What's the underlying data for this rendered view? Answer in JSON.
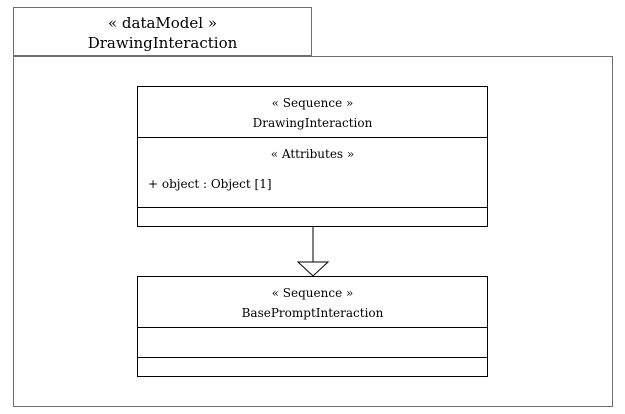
{
  "package": {
    "stereotype": "« dataModel »",
    "name": "DrawingInteraction"
  },
  "classes": [
    {
      "stereotype": "« Sequence »",
      "name": "DrawingInteraction",
      "compartments": [
        {
          "stereotype": "« Attributes »",
          "attributes": [
            "+ object : Object [1]"
          ]
        },
        {
          "attributes": []
        }
      ]
    },
    {
      "stereotype": "« Sequence »",
      "name": "BasePromptInteraction",
      "compartments": [
        {
          "attributes": []
        },
        {
          "attributes": []
        }
      ]
    }
  ],
  "relations": [
    {
      "type": "generalization",
      "from": "DrawingInteraction",
      "to": "BasePromptInteraction"
    }
  ]
}
